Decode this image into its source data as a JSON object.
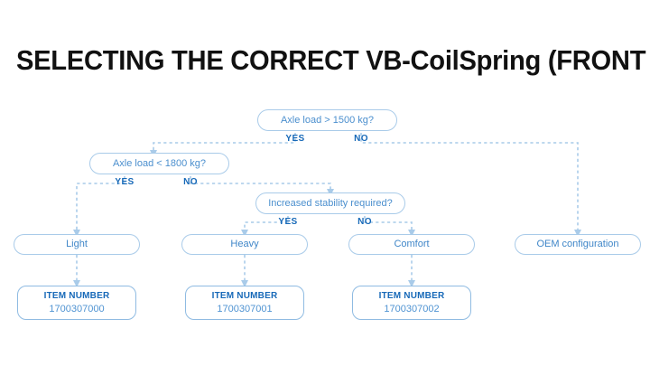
{
  "page": {
    "title": "SELECTING THE CORRECT VB-CoilSpring (FRONT AXLE)",
    "background_color": "#ffffff",
    "title_color": "#111111",
    "line_color": "#a9cbe9",
    "accent_color": "#1769b8",
    "node_text_color": "#4b8fce"
  },
  "decisions": [
    {
      "id": "d1",
      "label": "Axle load > 1500 kg?",
      "yes_label": "YES",
      "no_label": "NO"
    },
    {
      "id": "d2",
      "label": "Axle load < 1800 kg?",
      "yes_label": "YES",
      "no_label": "NO"
    },
    {
      "id": "d3",
      "label": "Increased stability required?",
      "yes_label": "YES",
      "no_label": "NO"
    }
  ],
  "outcomes": [
    {
      "id": "o1",
      "label": "Light"
    },
    {
      "id": "o2",
      "label": "Heavy"
    },
    {
      "id": "o3",
      "label": "Comfort"
    },
    {
      "id": "o4",
      "label": "OEM configuration"
    }
  ],
  "items": [
    {
      "id": "i1",
      "title": "ITEM NUMBER",
      "value": "1700307000"
    },
    {
      "id": "i2",
      "title": "ITEM NUMBER",
      "value": "1700307001"
    },
    {
      "id": "i3",
      "title": "ITEM NUMBER",
      "value": "1700307002"
    }
  ]
}
